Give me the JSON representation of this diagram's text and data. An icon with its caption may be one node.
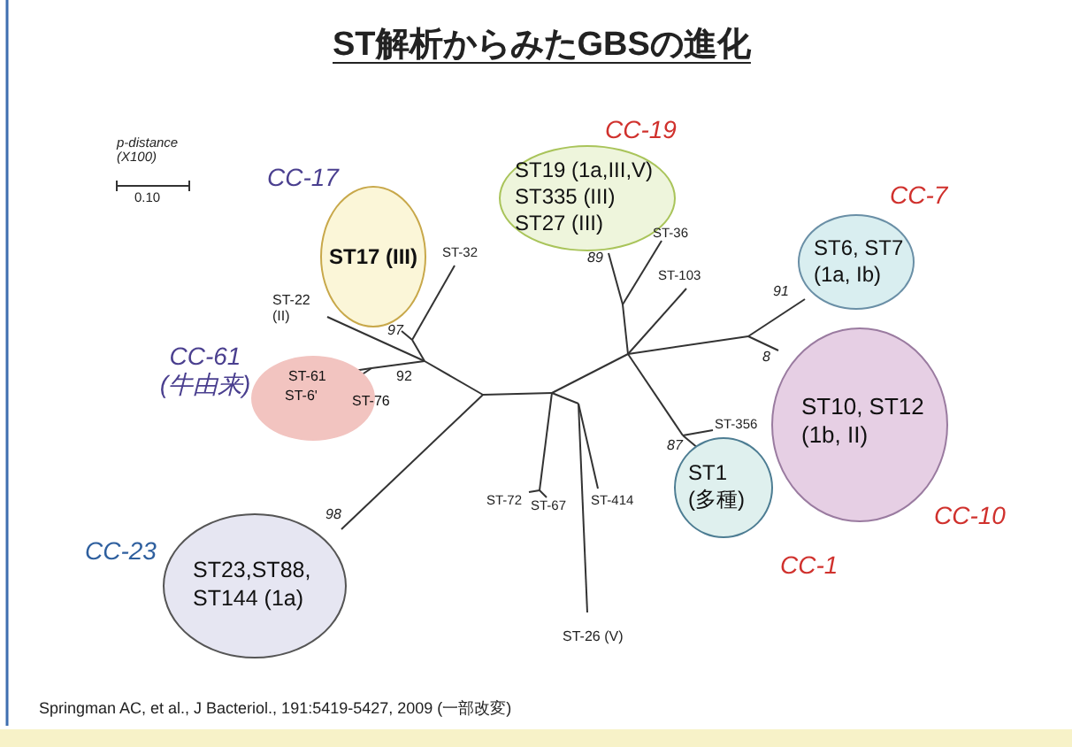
{
  "diagram": {
    "title": "ST解析からみたGBSの進化",
    "caption": "Springman AC, et al., J Bacteriol., 191:5419-5427, 2009 (一部改変)",
    "nodes": [
      {
        "text": [
          "ST17 (III)"
        ],
        "beside": [
          "CC-17"
        ]
      },
      {
        "text": [
          "ST-61",
          "ST-6'",
          "ST-76"
        ],
        "beside": [
          "CC-61 (牛由来)"
        ]
      },
      {
        "text": [
          "ST19 (1a,III,V) ST335 (III) ST27 (III)"
        ],
        "beside": [
          "CC-19"
        ]
      },
      {
        "text": [
          "ST6, ST7 (1a, Ib)"
        ],
        "beside": [
          "CC-7"
        ]
      },
      {
        "text": [
          "ST10, ST12 (1b, II)"
        ],
        "beside": [
          "CC-10"
        ]
      },
      {
        "text": [
          "ST1 (多種)"
        ],
        "beside": [
          "CC-1"
        ]
      },
      {
        "text": [
          "ST23,ST88, ST144 (1a)"
        ],
        "beside": [
          "CC-23"
        ]
      }
    ],
    "labels": [
      "p-distance (X100)",
      "0.10",
      "ST-32",
      "ST-22 (II)",
      "97",
      "92",
      "89",
      "ST-36",
      "ST-103",
      "91",
      "8",
      "ST-356",
      "87",
      "98",
      "ST-72",
      "ST-67",
      "ST-414",
      "ST-26 (V)"
    ]
  }
}
